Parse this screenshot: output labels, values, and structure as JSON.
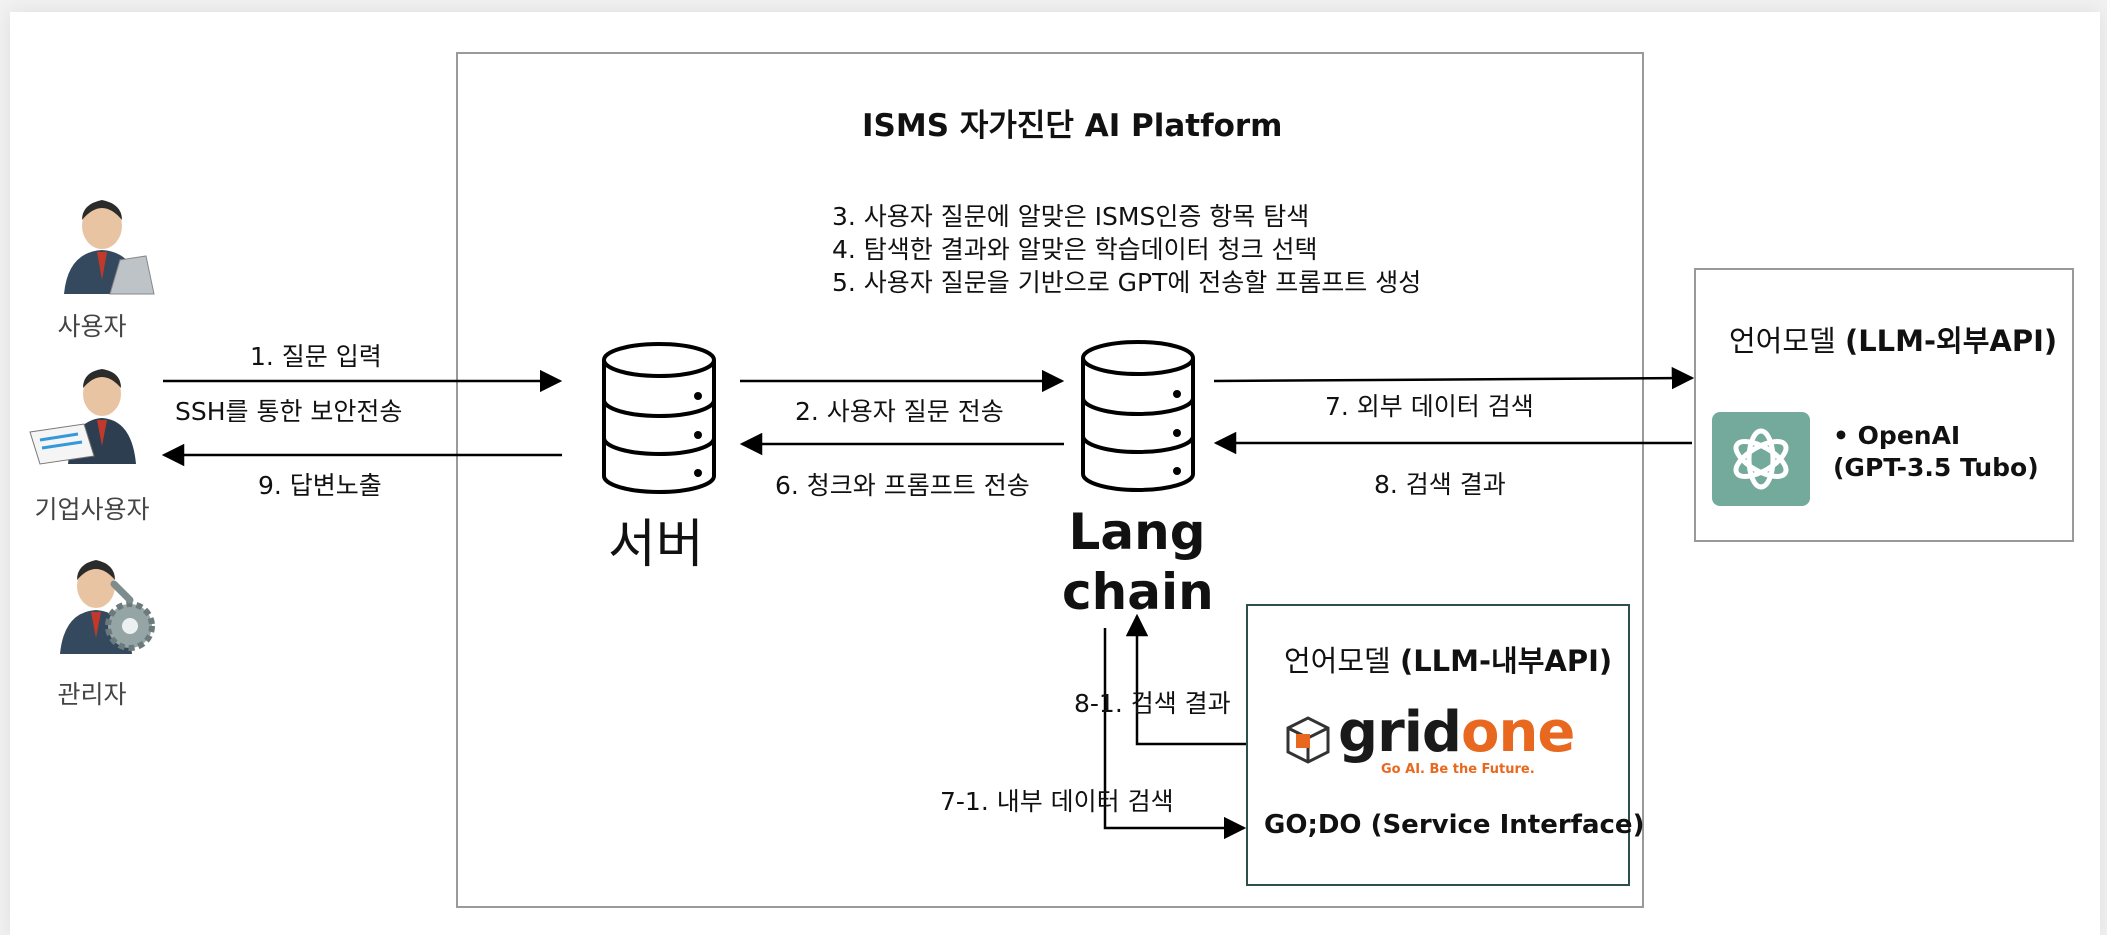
{
  "title": "ISMS 자가진단 AI Platform",
  "steps": [
    "3. 사용자 질문에 알맞은 ISMS인증 항목 탐색",
    "4. 탐색한 결과와 알맞은 학습데이터 청크 선택",
    "5. 사용자 질문을 기반으로 GPT에 전송할 프롬프트 생성"
  ],
  "actors": {
    "user": "사용자",
    "enterprise_user": "기업사용자",
    "admin": "관리자"
  },
  "arrows": {
    "question_input": "1. 질문 입력",
    "ssh_secure": "SSH를 통한 보안전송",
    "answer_display": "9. 답변노출",
    "send_user_question": "2. 사용자 질문 전송",
    "send_chunk_prompt": "6. 청크와 프롬프트 전송",
    "external_search": "7. 외부 데이터 검색",
    "search_result": "8. 검색 결과",
    "internal_search_result": "8-1. 검색 결과",
    "internal_search": "7-1. 내부 데이터 검색"
  },
  "server_label": "서버",
  "langchain_label": [
    "Lang",
    "chain"
  ],
  "external_model": {
    "title_prefix": "언어모델 ",
    "title_bold": "(LLM-외부API)",
    "bullet": "• OpenAI",
    "model": "(GPT-3.5 Tubo)"
  },
  "internal_model": {
    "title_prefix": "언어모델 ",
    "title_bold": "(LLM-내부API)",
    "logo_grid": "grid",
    "logo_one": "one",
    "logo_tagline": "Go AI. Be the Future.",
    "interface": "GO;DO (Service Interface)"
  },
  "colors": {
    "openai_tile": "#74aa9c",
    "gridone_orange": "#e8681f",
    "internal_border": "#2f4f4f"
  }
}
